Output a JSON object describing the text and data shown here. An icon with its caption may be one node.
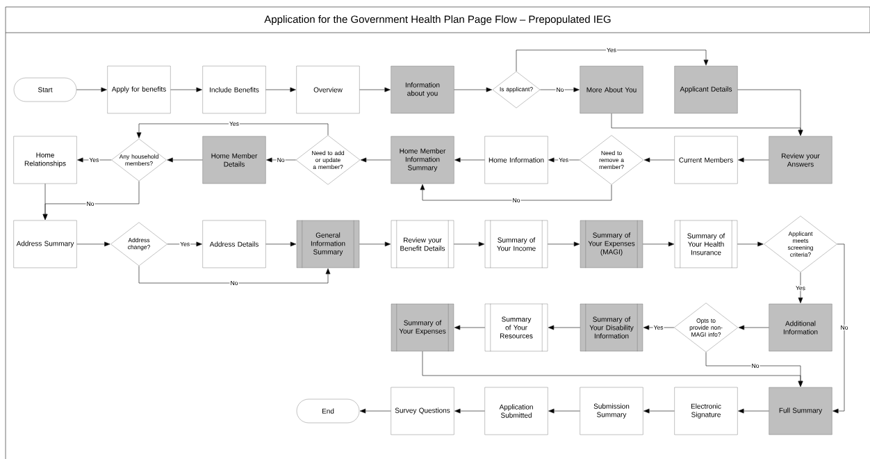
{
  "diagram": {
    "title": "Application for the Government Health Plan Page Flow – Prepopulated IEG",
    "nodes": [
      {
        "text": [
          "Start"
        ]
      },
      {
        "text": [
          "Apply for benefits"
        ]
      },
      {
        "text": [
          "Include Benefits"
        ]
      },
      {
        "text": [
          "Overview"
        ]
      },
      {
        "text": [
          "Information about you"
        ]
      },
      {
        "text": [
          "Is applicant?"
        ]
      },
      {
        "text": [
          "More About You"
        ]
      },
      {
        "text": [
          "Applicant Details"
        ]
      },
      {
        "text": [
          "Review your Answers"
        ]
      },
      {
        "text": [
          "Current Members"
        ]
      },
      {
        "text": [
          "Need to remove a member?"
        ]
      },
      {
        "text": [
          "Home Information"
        ]
      },
      {
        "text": [
          "Home Member Information Summary"
        ]
      },
      {
        "text": [
          "Need to add or update a member?"
        ]
      },
      {
        "text": [
          "Home Member Details"
        ]
      },
      {
        "text": [
          "Any household members?"
        ]
      },
      {
        "text": [
          "Home Relationships"
        ]
      },
      {
        "text": [
          "Address Summary"
        ]
      },
      {
        "text": [
          "Address change?"
        ]
      },
      {
        "text": [
          "Address Details"
        ]
      },
      {
        "text": [
          "General Information Summary"
        ]
      },
      {
        "text": [
          "Review your Benefit Details"
        ]
      },
      {
        "text": [
          "Summary of Your Income"
        ]
      },
      {
        "text": [
          "Summary of Your Expenses (MAGI)"
        ]
      },
      {
        "text": [
          "Summary of Your Health Insurance"
        ]
      },
      {
        "text": [
          "Applicant meets screening criteria?"
        ]
      },
      {
        "text": [
          "Additional Information"
        ]
      },
      {
        "text": [
          "Opts to provide non-MAGI info?"
        ]
      },
      {
        "text": [
          "Summary of Your Disability Information"
        ]
      },
      {
        "text": [
          "Summary of Your Resources"
        ]
      },
      {
        "text": [
          "Summary of Your Expenses"
        ]
      },
      {
        "text": [
          "Full Summary"
        ]
      },
      {
        "text": [
          "Electronic Signature"
        ]
      },
      {
        "text": [
          "Submission Summary"
        ]
      },
      {
        "text": [
          "Application Submitted"
        ]
      },
      {
        "text": [
          "Survey Questions"
        ]
      },
      {
        "text": [
          "End"
        ]
      }
    ],
    "edges": [
      {
        "from": 0,
        "to": 1,
        "arrow": "to"
      },
      {
        "from": 1,
        "to": 2,
        "arrow": "to"
      },
      {
        "from": 2,
        "to": 3,
        "arrow": "to"
      },
      {
        "from": 3,
        "to": 4,
        "arrow": "to"
      },
      {
        "from": 4,
        "to": 5,
        "arrow": "to"
      },
      {
        "from": 5,
        "to": 6,
        "arrow": "to",
        "label": "No"
      },
      {
        "from": 5,
        "to": 7,
        "arrow": "to",
        "label": "Yes"
      },
      {
        "from": 6,
        "to": 8,
        "arrow": "to"
      },
      {
        "from": 7,
        "to": 8,
        "arrow": "to"
      },
      {
        "from": 8,
        "to": 9,
        "arrow": "to"
      },
      {
        "from": 9,
        "to": 10,
        "arrow": "to"
      },
      {
        "from": 10,
        "to": 11,
        "arrow": "to",
        "label": "Yes"
      },
      {
        "from": 10,
        "to": 12,
        "arrow": "to",
        "label": "No"
      },
      {
        "from": 11,
        "to": 12,
        "arrow": "to"
      },
      {
        "from": 12,
        "to": 13,
        "arrow": "to"
      },
      {
        "from": 13,
        "to": 14,
        "arrow": "to",
        "label": "No"
      },
      {
        "from": 13,
        "to": 15,
        "arrow": "to",
        "label": "Yes"
      },
      {
        "from": 14,
        "to": 15,
        "arrow": "to"
      },
      {
        "from": 15,
        "to": 16,
        "arrow": "to",
        "label": "Yes"
      },
      {
        "from": 15,
        "to": 17,
        "arrow": "to",
        "label": "No"
      },
      {
        "from": 16,
        "to": 17,
        "arrow": "to"
      },
      {
        "from": 17,
        "to": 18,
        "arrow": "to"
      },
      {
        "from": 18,
        "to": 19,
        "arrow": "to",
        "label": "Yes"
      },
      {
        "from": 18,
        "to": 20,
        "arrow": "to",
        "label": "No"
      },
      {
        "from": 19,
        "to": 20,
        "arrow": "to"
      },
      {
        "from": 20,
        "to": 21,
        "arrow": "to"
      },
      {
        "from": 21,
        "to": 22,
        "arrow": "to"
      },
      {
        "from": 22,
        "to": 23,
        "arrow": "to"
      },
      {
        "from": 23,
        "to": 24,
        "arrow": "to"
      },
      {
        "from": 24,
        "to": 25,
        "arrow": "to"
      },
      {
        "from": 25,
        "to": 26,
        "arrow": "to",
        "label": "Yes"
      },
      {
        "from": 25,
        "to": 31,
        "arrow": "to",
        "label": "No"
      },
      {
        "from": 26,
        "to": 27,
        "arrow": "to"
      },
      {
        "from": 27,
        "to": 28,
        "arrow": "to",
        "label": "Yes"
      },
      {
        "from": 27,
        "to": 31,
        "arrow": "to",
        "label": "No"
      },
      {
        "from": 28,
        "to": 29,
        "arrow": "to"
      },
      {
        "from": 29,
        "to": 30,
        "arrow": "to"
      },
      {
        "from": 30,
        "to": 31,
        "arrow": "to"
      },
      {
        "from": 31,
        "to": 32,
        "arrow": "to"
      },
      {
        "from": 32,
        "to": 33,
        "arrow": "to"
      },
      {
        "from": 33,
        "to": 34,
        "arrow": "to"
      },
      {
        "from": 34,
        "to": 35,
        "arrow": "to"
      },
      {
        "from": 35,
        "to": 36,
        "arrow": "to"
      }
    ]
  }
}
